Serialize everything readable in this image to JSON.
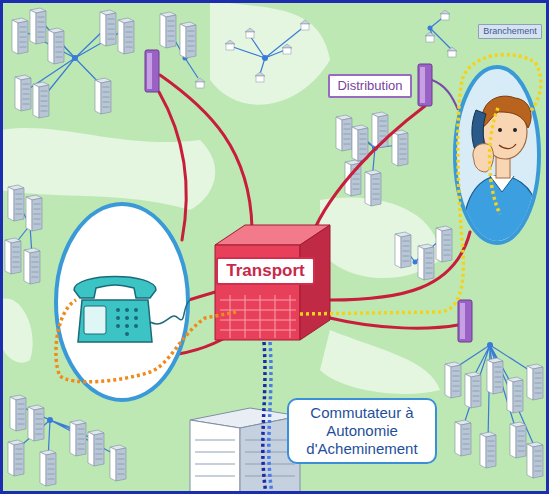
{
  "diagram": {
    "nodes": [
      {
        "text": [
          "Branchement"
        ]
      },
      {
        "text": [
          "Distribution"
        ]
      },
      {
        "text": [
          "Transport"
        ]
      },
      {
        "text": [
          "Commutateur à Autonomie d'Acheminement"
        ]
      }
    ]
  }
}
